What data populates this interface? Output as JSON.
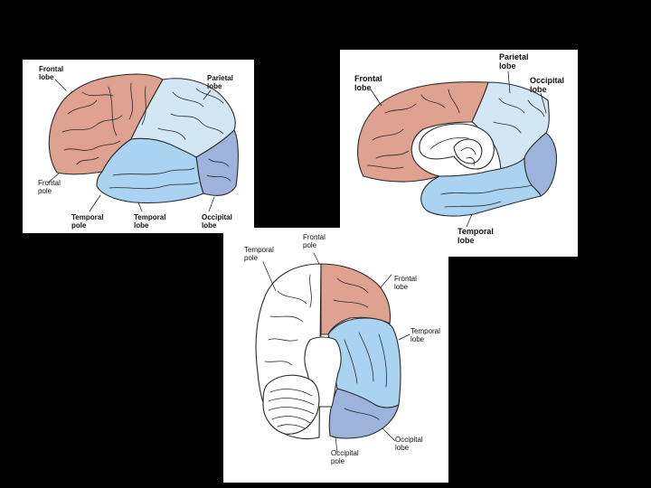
{
  "colors": {
    "background": "#000000",
    "panel": "#ffffff",
    "frontal": "#dfa190",
    "parietal": "#d2e6f4",
    "temporal": "#a9d3f0",
    "occipital": "#9eb3dc",
    "outline": "#2b2b2b"
  },
  "lateral_view": {
    "frontal_lobe": "Frontal\nlobe",
    "parietal_lobe": "Parietal\nlobe",
    "frontal_pole": "Frontal\npole",
    "temporal_pole": "Temporal\npole",
    "temporal_lobe": "Temporal\nlobe",
    "occipital_lobe": "Occipital\nlobe"
  },
  "medial_view": {
    "frontal_lobe": "Frontal\nlobe",
    "parietal_lobe": "Parietal\nlobe",
    "occipital_lobe": "Occipital\nlobe",
    "temporal_lobe": "Temporal\nlobe"
  },
  "inferior_view": {
    "frontal_pole": "Frontal\npole",
    "temporal_pole": "Temporal\npole",
    "frontal_lobe": "Frontal\nlobe",
    "temporal_lobe": "Temporal\nlobe",
    "occipital_lobe": "Occipital\nlobe",
    "occipital_pole": "Occipital\npole"
  }
}
